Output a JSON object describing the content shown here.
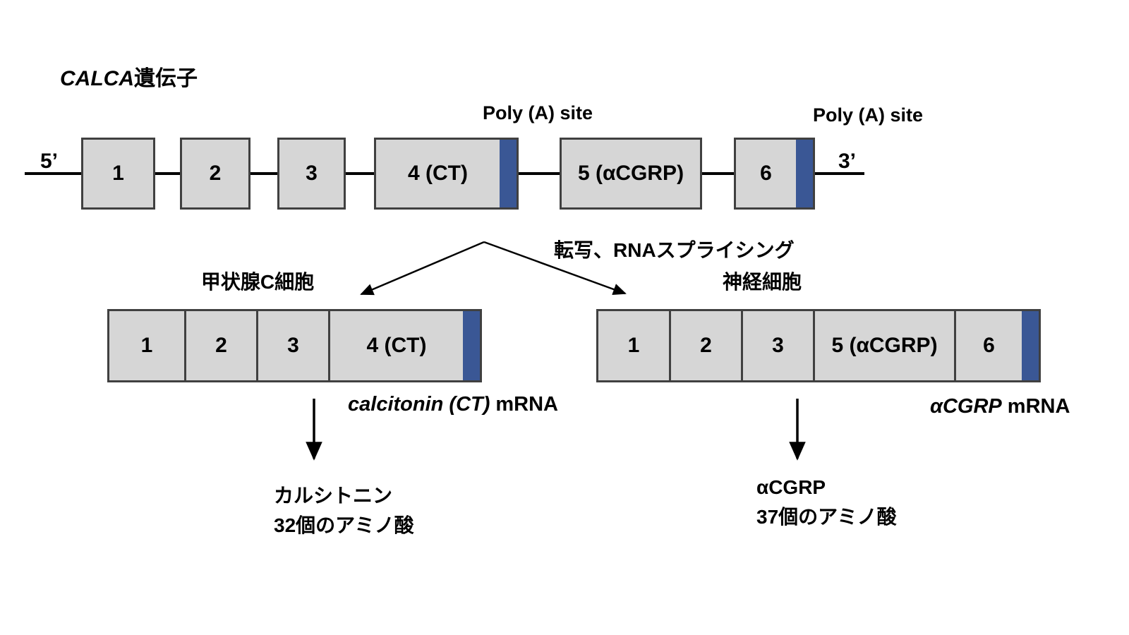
{
  "title": {
    "italic": "CALCA",
    "rest": "遺伝子"
  },
  "gene_diagram": {
    "five_prime_label": "5’",
    "three_prime_label": "3’",
    "poly_a_site_left": "Poly (A) site",
    "poly_a_site_right": "Poly (A) site",
    "exons": [
      {
        "label": "1"
      },
      {
        "label": "2"
      },
      {
        "label": "3"
      },
      {
        "label": "4 (CT)"
      },
      {
        "label": "5 (αCGRP)"
      },
      {
        "label": "6"
      }
    ]
  },
  "splicing_label": "転写、RNAスプライシング",
  "left_branch": {
    "cell_type": "甲状腺C細胞",
    "exons": [
      {
        "label": "1"
      },
      {
        "label": "2"
      },
      {
        "label": "3"
      },
      {
        "label": "4 (CT)"
      }
    ],
    "mrna_name_italic": "calcitonin (CT)",
    "mrna_name_rest": "mRNA",
    "product_name": "カルシトニン",
    "product_detail": "32個のアミノ酸"
  },
  "right_branch": {
    "cell_type": "神経細胞",
    "exons": [
      {
        "label": "1"
      },
      {
        "label": "2"
      },
      {
        "label": "3"
      },
      {
        "label": "5 (αCGRP)"
      },
      {
        "label": "6"
      }
    ],
    "mrna_name_italic": "αCGRP",
    "mrna_name_rest": "mRNA",
    "product_name": "αCGRP",
    "product_detail": "37個のアミノ酸"
  },
  "colors": {
    "exon_fill": "#d6d6d6",
    "exon_border": "#404040",
    "poly_a_marker": "#3a5795",
    "line": "#000000"
  }
}
